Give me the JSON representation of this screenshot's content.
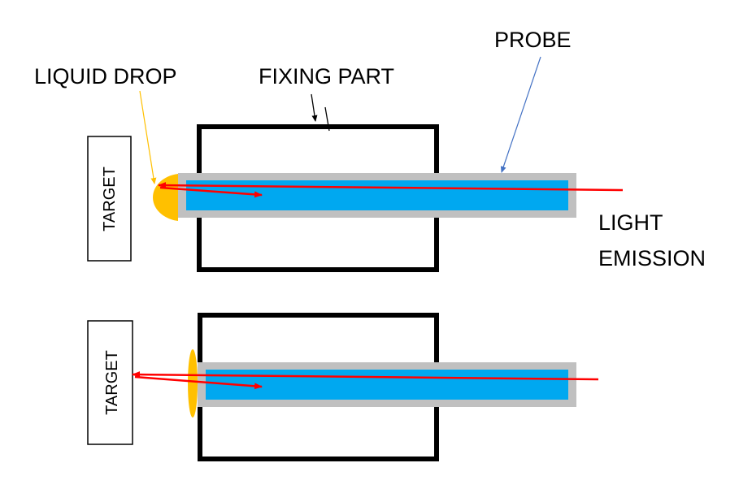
{
  "labels": {
    "liquid_drop": "LIQUID DROP",
    "fixing_part": "FIXING PART",
    "probe": "PROBE",
    "light_emission_line1": "LIGHT",
    "light_emission_line2": "EMISSION",
    "target_top": "TARGET",
    "target_bottom": "TARGET"
  },
  "colors": {
    "probe_sheath": "#c0c0c0",
    "probe_core": "#00a8f0",
    "liquid_drop": "#ffc000",
    "light_ray": "#ff0000",
    "fixing_part_outline": "#000000",
    "liquid_drop_pointer": "#ffc000",
    "probe_pointer": "#4472c4"
  }
}
